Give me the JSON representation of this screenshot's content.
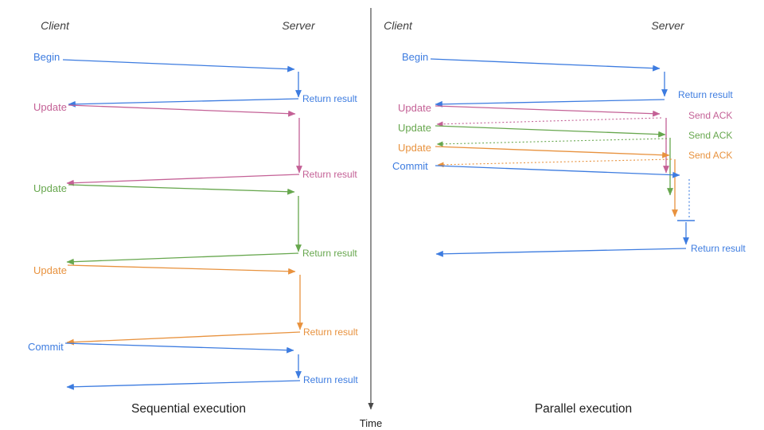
{
  "palette": {
    "blue": "#3d7ce0",
    "pink": "#c46196",
    "green": "#67a74e",
    "orange": "#e8923e",
    "axis": "#4a4a4a",
    "title": "#1f1f1f",
    "lane": "#3f3f3f"
  },
  "time_axis": {
    "label": "Time"
  },
  "sequential": {
    "title": "Sequential execution",
    "client_label": "Client",
    "server_label": "Server",
    "messages": [
      {
        "label": "Begin",
        "color": "blue",
        "response": "Return result"
      },
      {
        "label": "Update",
        "color": "pink",
        "response": "Return result"
      },
      {
        "label": "Update",
        "color": "green",
        "response": "Return result"
      },
      {
        "label": "Update",
        "color": "orange",
        "response": "Return result"
      },
      {
        "label": "Commit",
        "color": "blue",
        "response": "Return result"
      }
    ]
  },
  "parallel": {
    "title": "Parallel execution",
    "client_label": "Client",
    "server_label": "Server",
    "messages": [
      {
        "label": "Begin",
        "color": "blue",
        "response": "Return result"
      },
      {
        "label": "Update",
        "color": "pink",
        "response": "Send ACK"
      },
      {
        "label": "Update",
        "color": "green",
        "response": "Send ACK"
      },
      {
        "label": "Update",
        "color": "orange",
        "response": "Send ACK"
      },
      {
        "label": "Commit",
        "color": "blue",
        "response": "Return result"
      }
    ]
  }
}
